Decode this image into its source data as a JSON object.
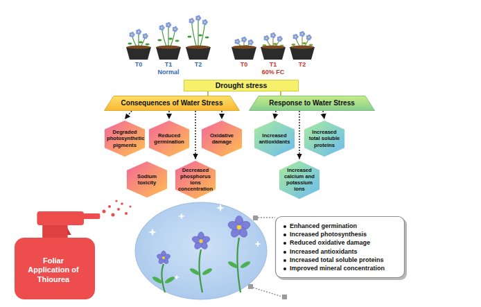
{
  "diagram": {
    "nodes": [
      {
        "text": [
          "Drought stress"
        ]
      },
      {
        "text": [
          "Consequences of Water Stress"
        ]
      },
      {
        "text": [
          "Response to Water Stress"
        ]
      },
      {
        "text": [
          "Degraded photosynthetic pigments"
        ]
      },
      {
        "text": [
          "Reduced germination"
        ]
      },
      {
        "text": [
          "Oxidative damage"
        ]
      },
      {
        "text": [
          "Sodium toxicity"
        ]
      },
      {
        "text": [
          "Decreased phosphorus ions concentration"
        ]
      },
      {
        "text": [
          "Increased antioxidants"
        ]
      },
      {
        "text": [
          "Increased total soluble proteins"
        ]
      },
      {
        "text": [
          "Increased calcium and potassium ions"
        ]
      },
      {
        "text": [
          "Foliar Application of Thiourea"
        ]
      },
      {
        "text": [
          "Enhanced germination",
          "Increased photosynthesis",
          "Reduced oxidative damage",
          "Increased antioxidants",
          "Increased total soluble proteins",
          "Improved mineral concentration"
        ]
      }
    ],
    "edges": [
      {
        "from": 0,
        "to": 1,
        "arrow": "none"
      },
      {
        "from": 0,
        "to": 2,
        "arrow": "none"
      },
      {
        "from": 1,
        "to": 3,
        "arrow": "to"
      },
      {
        "from": 1,
        "to": 4,
        "arrow": "to"
      },
      {
        "from": 1,
        "to": 7,
        "arrow": "to"
      },
      {
        "from": 1,
        "to": 5,
        "arrow": "to"
      },
      {
        "from": 2,
        "to": 8,
        "arrow": "to"
      },
      {
        "from": 2,
        "to": 10,
        "arrow": "to"
      },
      {
        "from": 2,
        "to": 9,
        "arrow": "to"
      }
    ],
    "labels": [
      "T0",
      "T1",
      "T2",
      "Normal",
      "T0",
      "T1",
      "T2",
      "60% FC"
    ]
  }
}
